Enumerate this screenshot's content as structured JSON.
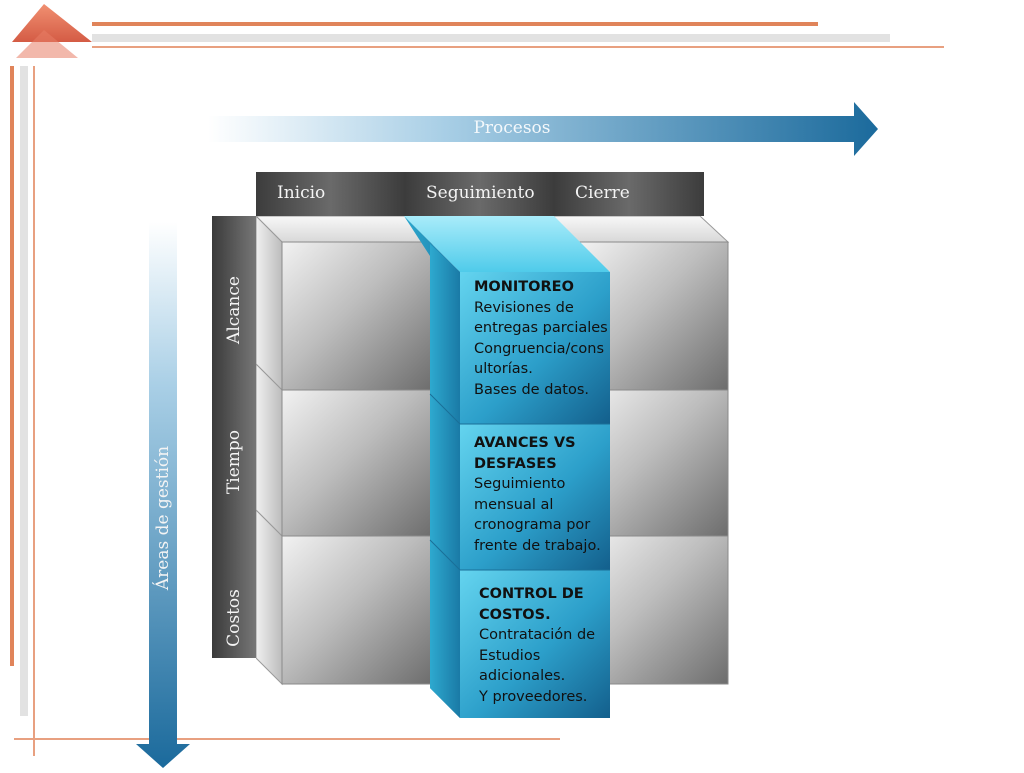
{
  "axes": {
    "processes_label": "Procesos",
    "areas_label": "Áreas de gestión"
  },
  "columns": [
    "Inicio",
    "Seguimiento",
    "Cierre"
  ],
  "rows": [
    "Alcance",
    "Tiempo",
    "Costos"
  ],
  "cells": {
    "monitoreo": {
      "title": "MONITOREO",
      "lines": [
        "Revisiones de",
        "entregas parciales",
        "Congruencia/cons",
        "ultorías.",
        "Bases de datos."
      ]
    },
    "avances": {
      "title_1": "AVANCES VS",
      "title_2": "DESFASES",
      "lines": [
        "Seguimiento",
        "mensual al",
        "cronograma por",
        "frente de trabajo."
      ]
    },
    "costos": {
      "title_1": "CONTROL DE",
      "title_2": "COSTOS.",
      "lines": [
        "Contratación de",
        "Estudios",
        "adicionales.",
        "Y proveedores."
      ]
    }
  },
  "colors": {
    "accent_orange": "#e07a4a",
    "arrow_blue": "#1f6ea0",
    "highlight_cyan": "#44c4e6",
    "header_gray": "#4d4d4d"
  }
}
